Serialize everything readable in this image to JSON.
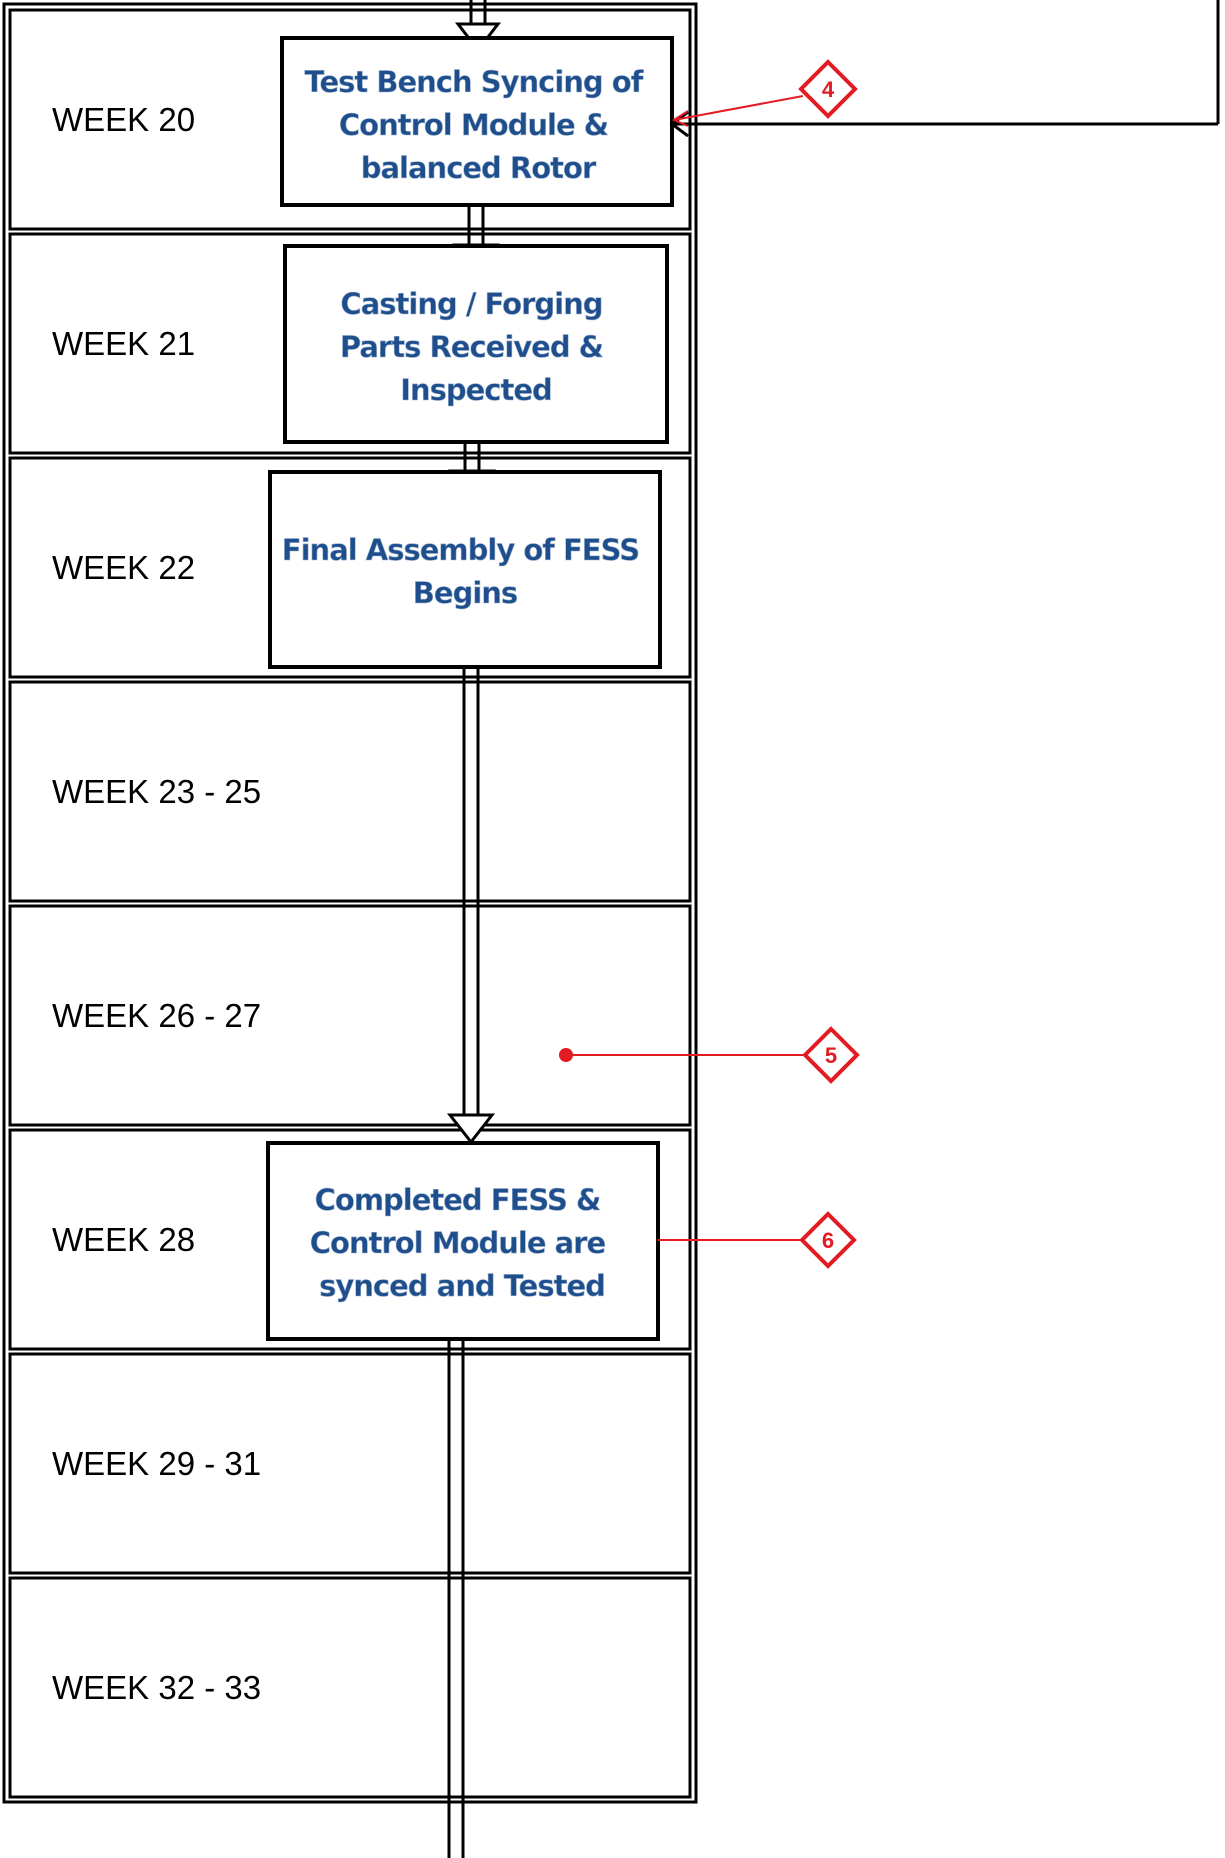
{
  "rows": [
    {
      "label": "WEEK 20"
    },
    {
      "label": "WEEK 21"
    },
    {
      "label": "WEEK 22"
    },
    {
      "label": "WEEK 23 - 25"
    },
    {
      "label": "WEEK 26 - 27"
    },
    {
      "label": "WEEK 28"
    },
    {
      "label": "WEEK 29 - 31"
    },
    {
      "label": "WEEK 32 - 33"
    }
  ],
  "steps": [
    {
      "lines": [
        "Test Bench Syncing of",
        "Control Module &",
        "balanced Rotor"
      ]
    },
    {
      "lines": [
        "Casting / Forging",
        "Parts Received &",
        "Inspected"
      ]
    },
    {
      "lines": [
        "Final Assembly of FESS",
        "Begins"
      ]
    },
    {
      "lines": [
        "Completed FESS &",
        "Control Module are",
        "synced and Tested"
      ]
    }
  ],
  "markers": [
    {
      "label": "4"
    },
    {
      "label": "5"
    },
    {
      "label": "6"
    }
  ],
  "colors": {
    "step_text": "#1f4e8c",
    "marker": "#e31b23",
    "lines": "#000000"
  }
}
